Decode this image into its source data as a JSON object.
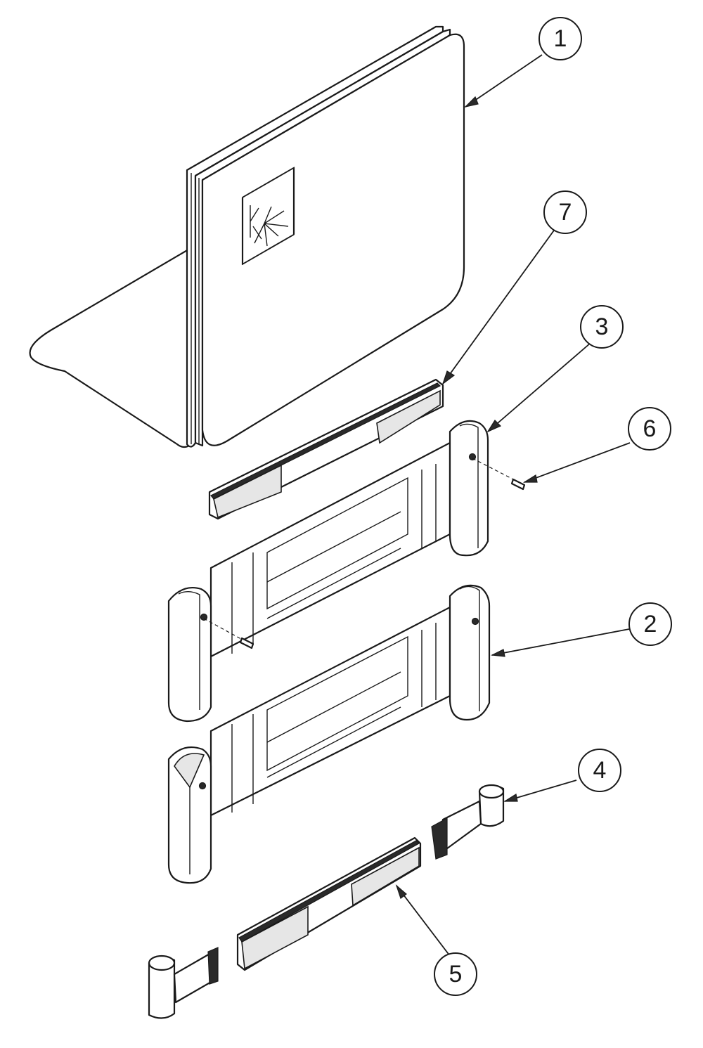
{
  "diagram": {
    "type": "exploded-assembly",
    "balloons": [
      {
        "id": "balloon-1",
        "label": "1",
        "part": "backrest-panel"
      },
      {
        "id": "balloon-7",
        "label": "7",
        "part": "upper-hook-loop-strip"
      },
      {
        "id": "balloon-3",
        "label": "3",
        "part": "upper-end-cap"
      },
      {
        "id": "balloon-6",
        "label": "6",
        "part": "screw"
      },
      {
        "id": "balloon-2",
        "label": "2",
        "part": "strap-assembly"
      },
      {
        "id": "balloon-4",
        "label": "4",
        "part": "strap-clip"
      },
      {
        "id": "balloon-5",
        "label": "5",
        "part": "lower-hook-loop-strip"
      }
    ]
  }
}
